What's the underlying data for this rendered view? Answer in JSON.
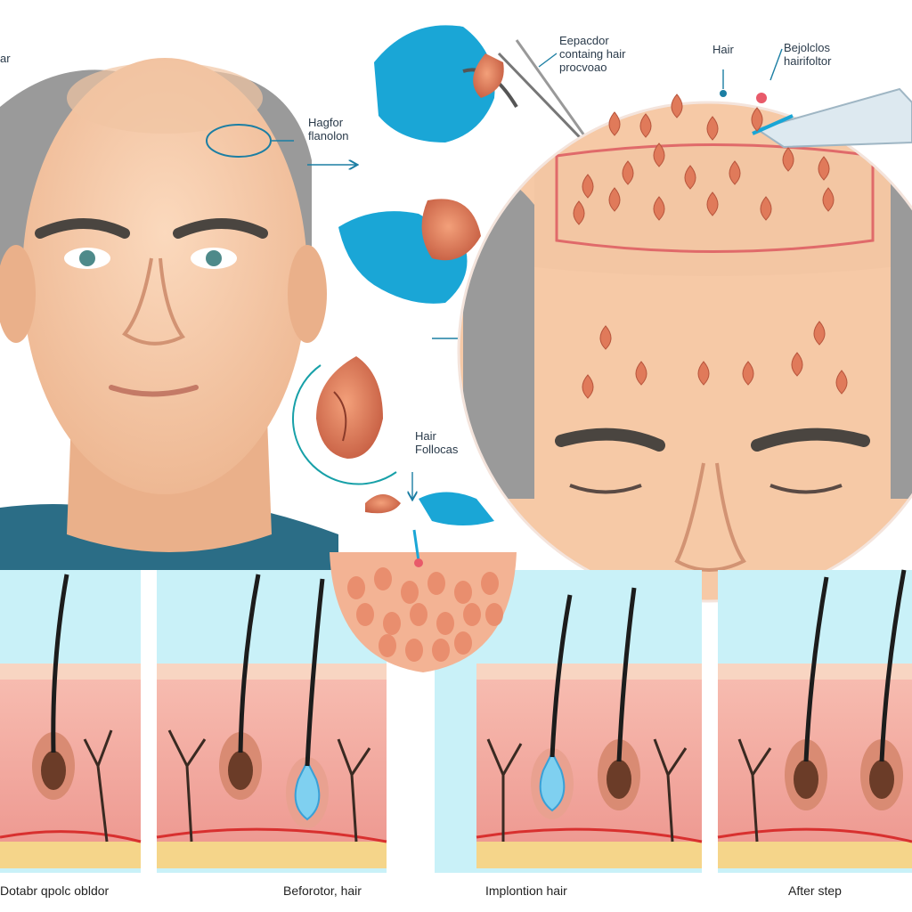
{
  "labels": {
    "top_left_fragment": "ar",
    "hair_flap": "Hagfor\nflanolon",
    "extraction_caption": "Eepacdor\ncontaing hair\nprocvoao",
    "hair": "Hair",
    "follicle_tool": "Bejolclos\nhairifoltor",
    "hair_follicles": "Hair\nFollocas"
  },
  "panels": {
    "p1": "Dotabr qpolc obldor",
    "p2": "Beforotor, hair",
    "p3": "Implontion hair",
    "p4": "After step"
  },
  "colors": {
    "skin": "#f6c9a6",
    "skin_shadow": "#e8a98a",
    "hair_gray": "#9a9a9a",
    "glove": "#1aa6d6",
    "sky": "#c9f1f8",
    "dermis": "#f2a7a0",
    "fat": "#f5d58a",
    "follicle": "#c86c4f",
    "shirt": "#2b6d86"
  }
}
